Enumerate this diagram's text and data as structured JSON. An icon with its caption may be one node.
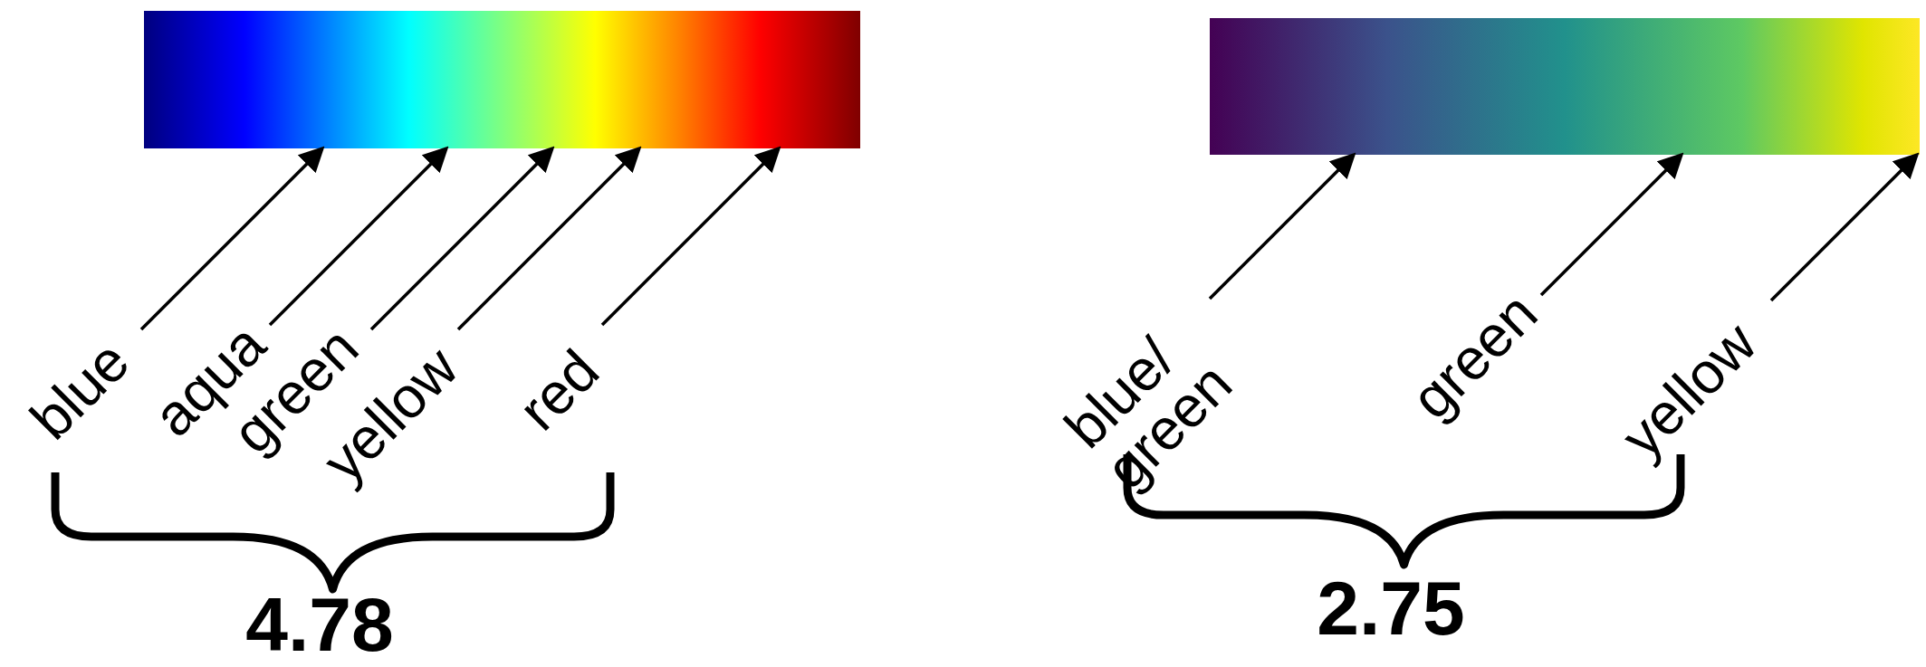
{
  "diagram": {
    "nodes": [
      {
        "text": [],
        "shape": "bar"
      },
      {
        "text": [],
        "shape": "bar"
      },
      {
        "text": [
          "blue"
        ]
      },
      {
        "text": [
          "aqua"
        ]
      },
      {
        "text": [
          "green"
        ]
      },
      {
        "text": [
          "yellow"
        ]
      },
      {
        "text": [
          "red"
        ]
      },
      {
        "text": [
          "blue/ green"
        ]
      },
      {
        "text": [
          "green"
        ]
      },
      {
        "text": [
          "yellow"
        ]
      }
    ],
    "edges": [
      {
        "from": 2,
        "to": 0,
        "arrow": "to"
      },
      {
        "from": 3,
        "to": 0,
        "arrow": "to"
      },
      {
        "from": 4,
        "to": 0,
        "arrow": "to"
      },
      {
        "from": 5,
        "to": 0,
        "arrow": "to"
      },
      {
        "from": 6,
        "to": 0,
        "arrow": "to"
      },
      {
        "from": 7,
        "to": 1,
        "arrow": "to"
      },
      {
        "from": 8,
        "to": 1,
        "arrow": "to"
      },
      {
        "from": 9,
        "to": 1,
        "arrow": "to"
      }
    ],
    "labels": [
      "4.78",
      "2.75"
    ]
  }
}
